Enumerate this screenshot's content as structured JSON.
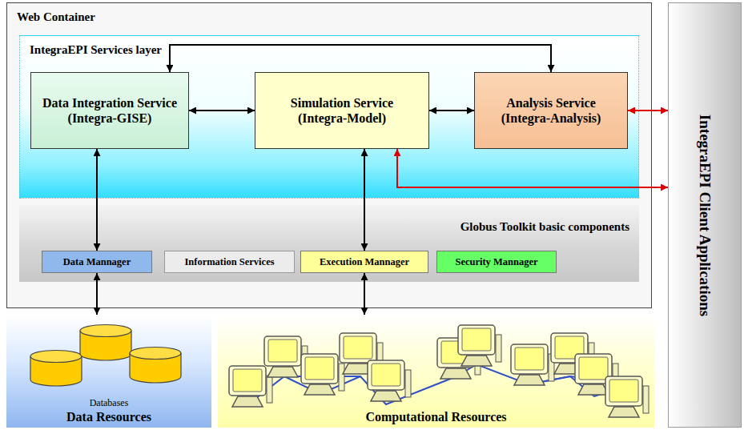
{
  "diagram": {
    "nodes": [
      {
        "text": [
          "Web Container"
        ]
      },
      {
        "text": [
          "IntegraEPI Services layer"
        ],
        "in": 0
      },
      {
        "text": [
          "Data Integration Service",
          "(Integra-GISE)"
        ],
        "in": 1
      },
      {
        "text": [
          "Simulation Service",
          "(Integra-Model)"
        ],
        "in": 1
      },
      {
        "text": [
          "Analysis Service",
          "(Integra-Analysis)"
        ],
        "in": 1
      },
      {
        "text": [
          "Globus Toolkit basic components"
        ],
        "in": 0
      },
      {
        "text": [
          "Data Mannager"
        ],
        "in": 5
      },
      {
        "text": [
          "Information Services"
        ],
        "in": 5
      },
      {
        "text": [
          "Execution Mannager"
        ],
        "in": 5
      },
      {
        "text": [
          "Security Mannager"
        ],
        "in": 5
      },
      {
        "text": [
          "Databases",
          "Data Resources"
        ]
      },
      {
        "text": [
          "Computational Resources"
        ]
      },
      {
        "text": [
          "IntegraEPI Client Applications"
        ]
      }
    ],
    "edges": [
      {
        "from": 2,
        "to": 3,
        "arrow": "both"
      },
      {
        "from": 3,
        "to": 4,
        "arrow": "both"
      },
      {
        "from": 2,
        "to": 4,
        "arrow": "both"
      },
      {
        "from": 2,
        "to": 6,
        "arrow": "both"
      },
      {
        "from": 3,
        "to": 8,
        "arrow": "both"
      },
      {
        "from": 6,
        "to": 10,
        "arrow": "both"
      },
      {
        "from": 8,
        "to": 11,
        "arrow": "both"
      },
      {
        "from": 4,
        "to": 12,
        "arrow": "both"
      },
      {
        "from": 3,
        "to": 12,
        "arrow": "both"
      }
    ]
  }
}
